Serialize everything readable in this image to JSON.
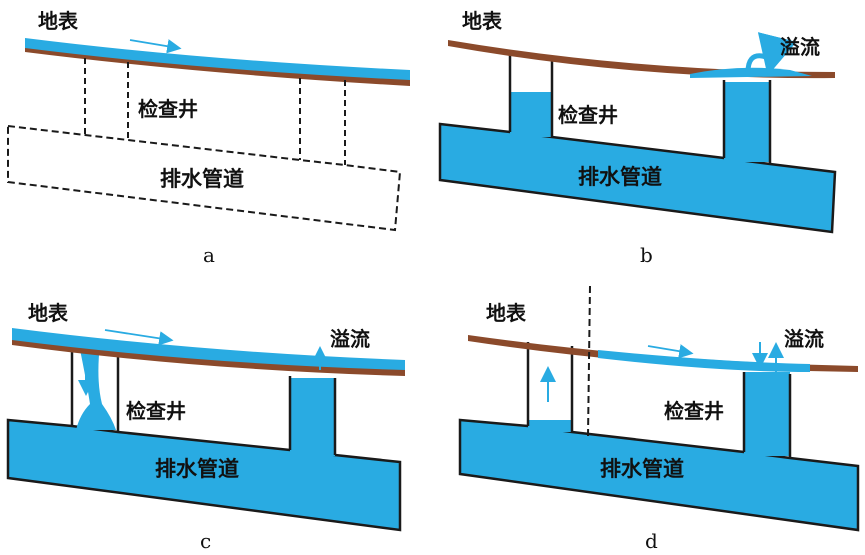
{
  "colors": {
    "ground": "#8b4a2b",
    "water": "#29abe2",
    "outline": "#1a1a1a",
    "flow_arrow": "#29abe2"
  },
  "panels": [
    {
      "caption": "a",
      "surface_label": "地表",
      "manhole_label": "检查井",
      "pipe_label": "排水管道",
      "style": "dashed"
    },
    {
      "caption": "b",
      "surface_label": "地表",
      "manhole_label": "检查井",
      "pipe_label": "排水管道",
      "overflow_label": "溢流",
      "style": "filled"
    },
    {
      "caption": "c",
      "surface_label": "地表",
      "manhole_label": "检查井",
      "pipe_label": "排水管道",
      "overflow_label": "溢流",
      "style": "filled"
    },
    {
      "caption": "d",
      "surface_label": "地表",
      "manhole_label": "检查井",
      "pipe_label": "排水管道",
      "overflow_label": "溢流",
      "style": "filled"
    }
  ]
}
